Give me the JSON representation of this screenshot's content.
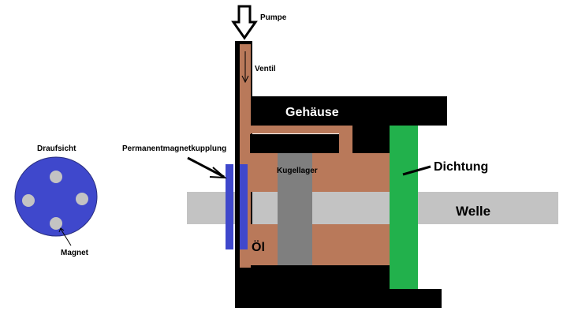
{
  "labels": {
    "pump": "Pumpe",
    "valve": "Ventil",
    "housing": "Gehäuse",
    "top_view": "Draufsicht",
    "magnetic_coupling": "Permanentmagnetkupplung",
    "bearing": "Kugellager",
    "seal": "Dichtung",
    "shaft": "Welle",
    "oil": "Öl",
    "magnet": "Magnet"
  },
  "colors": {
    "background": "#ffffff",
    "housing": "#000000",
    "oil": "#b9795a",
    "shaft": "#c3c3c3",
    "bearing": "#7f7f7f",
    "seal": "#22b14c",
    "coupling": "#3f48cc",
    "disc": "#3f48cc",
    "magnet_dot": "#c3c3c3",
    "housing_label": "#ffffff",
    "text": "#000000"
  },
  "icons": {
    "pump_arrow": "down-arrow-outline",
    "valve_arrow": "down-arrow"
  }
}
